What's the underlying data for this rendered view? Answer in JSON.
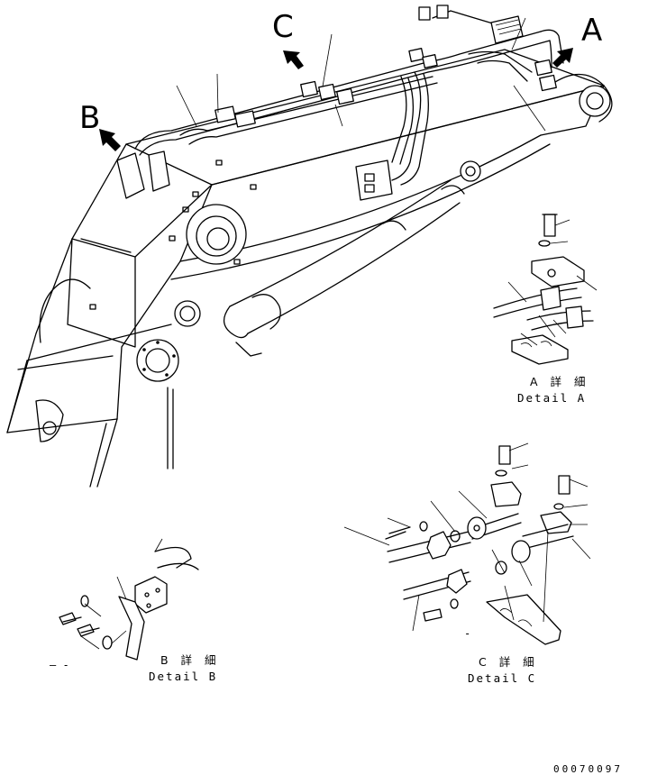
{
  "view_labels": {
    "a": "A",
    "b": "B",
    "c": "C"
  },
  "detail_a": {
    "jp": "A 詳 細",
    "en": "Detail A"
  },
  "detail_b": {
    "jp": "B 詳 細",
    "en": "Detail B"
  },
  "detail_c": {
    "jp": "C 詳 細",
    "en": "Detail C"
  },
  "marks": {
    "b_dashes": "– -",
    "c_dash": "-"
  },
  "drawing_code": "00070097",
  "icons": [
    "view-arrow-icon"
  ]
}
